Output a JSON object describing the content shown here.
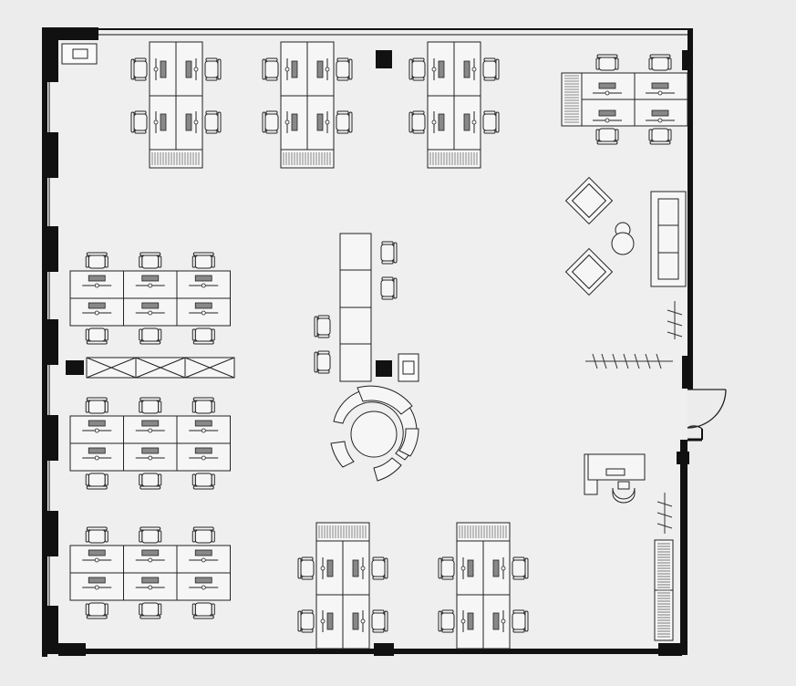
{
  "plan": {
    "colors": {
      "background": "#ececec",
      "floor": "#efefef",
      "wall": "#111111",
      "furniture_fill": "#f6f6f6",
      "line": "#2a2a2a"
    },
    "zones": [
      "top-workstation-cluster",
      "top-right-workstation-cluster",
      "left-workstation-rows",
      "central-bench-table",
      "round-seating",
      "lounge-area",
      "reception-desk",
      "bottom-workstation-clusters",
      "entrance-door",
      "storage-cabinets"
    ]
  }
}
